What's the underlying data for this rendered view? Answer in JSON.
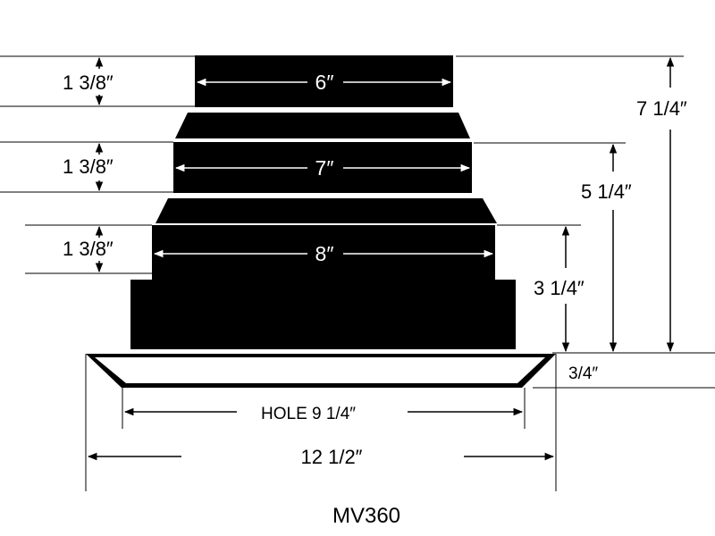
{
  "diagram": {
    "model": "MV360",
    "steps": [
      {
        "diameter": "6″",
        "height": "1 3/8″"
      },
      {
        "diameter": "7″",
        "height": "1 3/8″"
      },
      {
        "diameter": "8″",
        "height": "1 3/8″"
      }
    ],
    "heights": {
      "total": "7 1/4″",
      "to_7in_top": "5 1/4″",
      "to_8in_top": "3 1/4″",
      "flange": "3/4″"
    },
    "hole": "HOLE  9 1/4″",
    "overall_width": "12 1/2″"
  }
}
